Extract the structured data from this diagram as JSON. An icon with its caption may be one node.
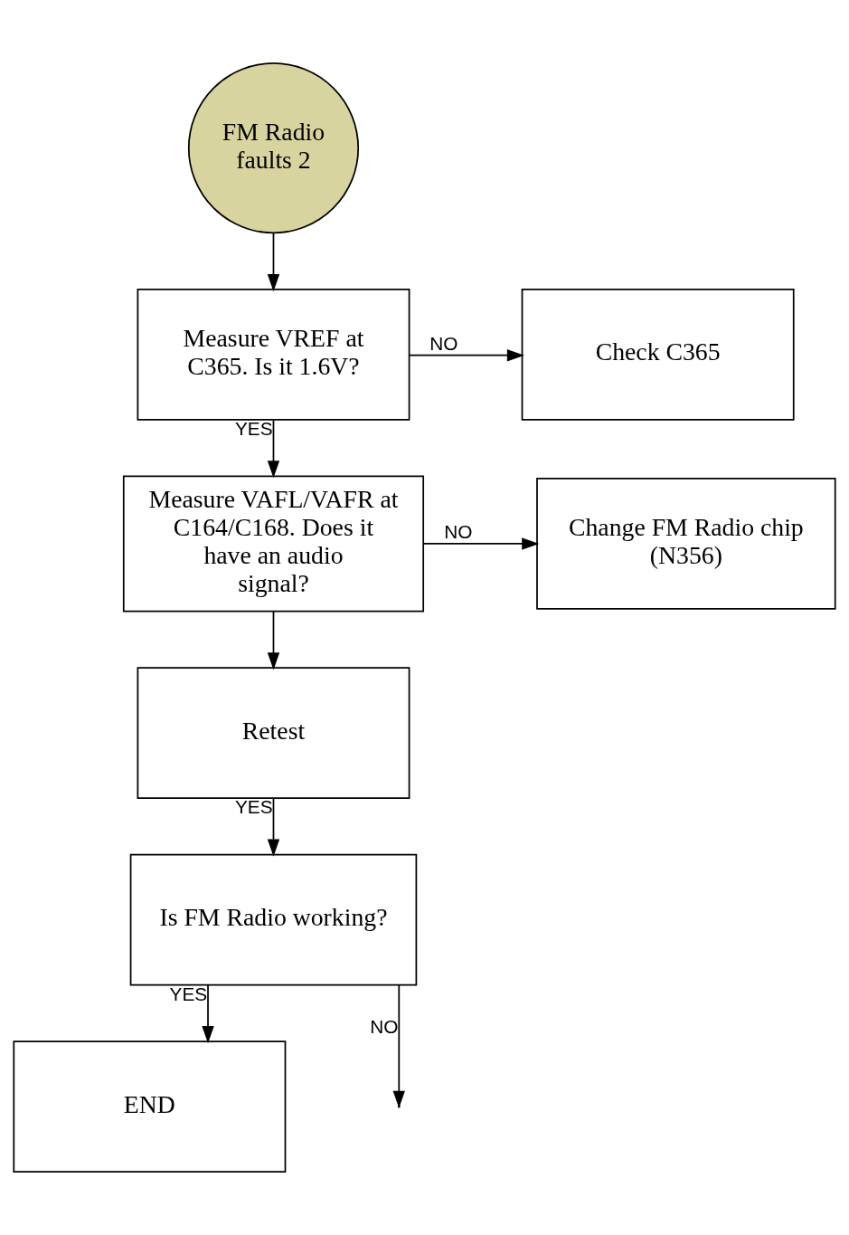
{
  "diagram": {
    "nodes": [
      {
        "text": [
          "FM Radio faults 2"
        ]
      },
      {
        "text": [
          "Measure VREF at C365. Is it 1.6V?"
        ]
      },
      {
        "text": [
          "Check C365"
        ]
      },
      {
        "text": [
          "Measure VAFL/VAFR at C164/C168. Does it have an audio signal?"
        ]
      },
      {
        "text": [
          "Change FM Radio chip (N356)"
        ]
      },
      {
        "text": [
          "Retest"
        ]
      },
      {
        "text": [
          "Is FM Radio working?"
        ]
      },
      {
        "text": [
          "END"
        ]
      }
    ],
    "edges": [
      {
        "from": 0,
        "to": 1,
        "arrow": "to"
      },
      {
        "from": 1,
        "to": 2,
        "arrow": "to",
        "label": "NO"
      },
      {
        "from": 1,
        "to": 3,
        "arrow": "to",
        "label": "YES"
      },
      {
        "from": 3,
        "to": 4,
        "arrow": "to",
        "label": "NO"
      },
      {
        "from": 3,
        "to": 5,
        "arrow": "to"
      },
      {
        "from": 5,
        "to": 6,
        "arrow": "to",
        "label": "YES"
      },
      {
        "from": 6,
        "to": 7,
        "arrow": "to",
        "label": "YES"
      },
      {
        "from": 6,
        "to": null,
        "arrow": "to",
        "label": "NO"
      }
    ]
  }
}
